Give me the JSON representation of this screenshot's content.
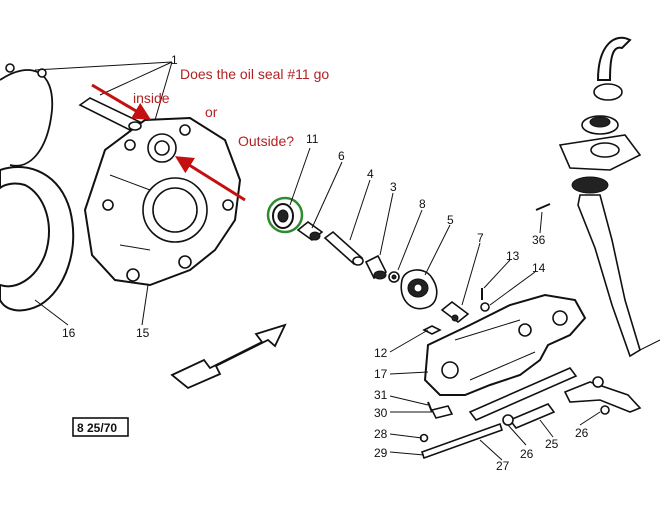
{
  "annotations": {
    "question": "Does the oil seal #11 go",
    "inside": "inside",
    "or": "or",
    "outside": "Outside?"
  },
  "stamp": "8 25/70",
  "colors": {
    "annotation": "#b22222",
    "circle": "#2e8b2e",
    "ink": "#111111"
  },
  "labels": {
    "l1": "1",
    "l3": "3",
    "l4": "4",
    "l5": "5",
    "l6": "6",
    "l7": "7",
    "l8": "8",
    "l11": "11",
    "l12": "12",
    "l13": "13",
    "l14": "14",
    "l15": "15",
    "l16": "16",
    "l17": "17",
    "l25": "25",
    "l26a": "26",
    "l26b": "26",
    "l27": "27",
    "l28": "28",
    "l29": "29",
    "l30": "30",
    "l31": "31",
    "l36": "36"
  }
}
